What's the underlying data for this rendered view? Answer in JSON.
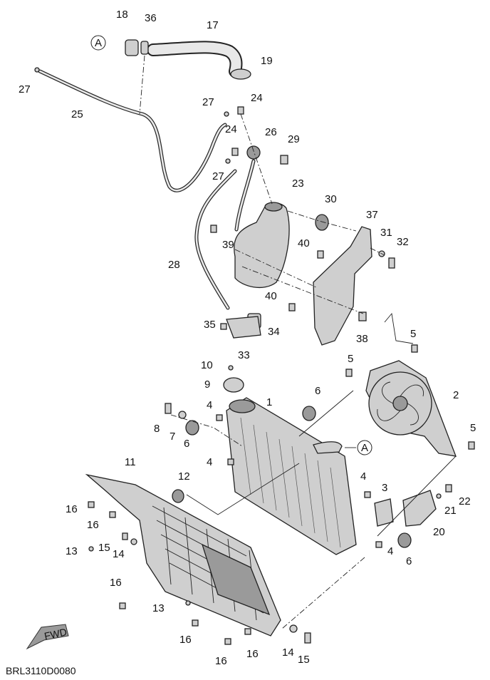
{
  "diagram_code": "BRL3110D0080",
  "fwd_label": "FWD",
  "ref_marker": "A",
  "callouts": {
    "c1": "1",
    "c2": "2",
    "c3": "3",
    "c4a": "4",
    "c4b": "4",
    "c4c": "4",
    "c4d": "4",
    "c5a": "5",
    "c5b": "5",
    "c5c": "5",
    "c6a": "6",
    "c6b": "6",
    "c6c": "6",
    "c7": "7",
    "c8": "8",
    "c9": "9",
    "c10": "10",
    "c11": "11",
    "c12": "12",
    "c13a": "13",
    "c13b": "13",
    "c14a": "14",
    "c14b": "14",
    "c15a": "15",
    "c15b": "15",
    "c16a": "16",
    "c16b": "16",
    "c16c": "16",
    "c16d": "16",
    "c16e": "16",
    "c16f": "16",
    "c17": "17",
    "c18": "18",
    "c19": "19",
    "c20": "20",
    "c21": "21",
    "c22": "22",
    "c23": "23",
    "c24a": "24",
    "c24b": "24",
    "c25": "25",
    "c26": "26",
    "c27a": "27",
    "c27b": "27",
    "c27c": "27",
    "c28": "28",
    "c29": "29",
    "c30": "30",
    "c31": "31",
    "c32": "32",
    "c33": "33",
    "c34": "34",
    "c35": "35",
    "c36": "36",
    "c37": "37",
    "c38": "38",
    "c39": "39",
    "c40a": "40",
    "c40b": "40"
  }
}
